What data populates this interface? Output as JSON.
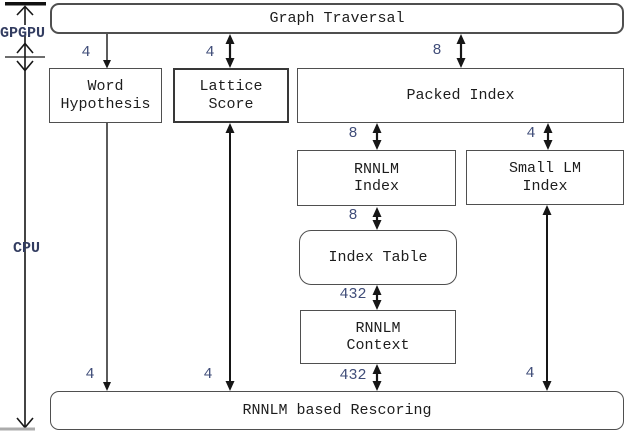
{
  "diagram": {
    "title": "GPGPU / CPU RNNLM rescoring block diagram",
    "regions": {
      "gpu": "GPGPU",
      "cpu": "CPU"
    },
    "nodes": {
      "graph_traversal": {
        "label": "Graph Traversal"
      },
      "word_hypothesis": {
        "label": "Word\nHypothesis"
      },
      "lattice_score": {
        "label": "Lattice\nScore"
      },
      "packed_index": {
        "label": "Packed Index"
      },
      "rnnlm_index": {
        "label": "RNNLM\nIndex"
      },
      "small_lm_index": {
        "label": "Small LM\nIndex"
      },
      "index_table": {
        "label": "Index Table"
      },
      "rnnlm_context": {
        "label": "RNNLM\nContext"
      },
      "rnnlm_rescoring": {
        "label": "RNNLM based Rescoring"
      }
    },
    "edge_labels": {
      "gt_word": "4",
      "gt_lattice": "4",
      "gt_packed": "8",
      "packed_rnnlm_index": "8",
      "packed_small_lm": "4",
      "rnnlm_index_table": "8",
      "table_context": "432",
      "context_rescoring": "432",
      "word_rescoring": "4",
      "lattice_rescoring": "4",
      "small_lm_rescoring": "4"
    },
    "colors": {
      "arrow": "#161616",
      "box_border": "#4f4f4f",
      "number_text": "#3f4c78",
      "region_text": "#323c60",
      "box_text": "#1d1d1d",
      "bottom_bar": "#ababab"
    }
  }
}
